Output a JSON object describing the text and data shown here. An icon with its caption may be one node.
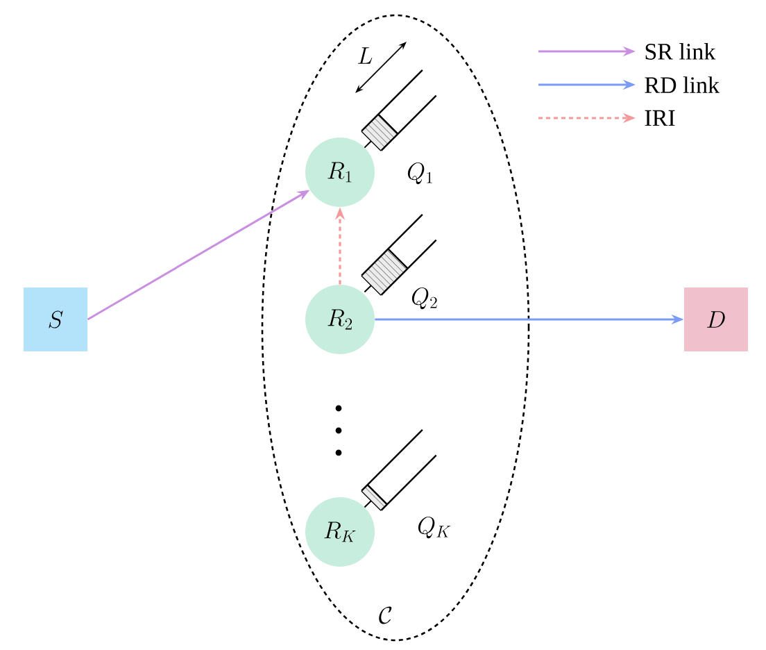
{
  "diagram": {
    "nodes": [
      {
        "text": [
          "\\mathcal{C}"
        ]
      },
      {
        "text": [
          "S"
        ]
      },
      {
        "text": [
          "R_1"
        ],
        "in": 0
      },
      {
        "text": [
          "R_2"
        ],
        "in": 0
      },
      {
        "text": [
          "R_K"
        ],
        "in": 0
      },
      {
        "text": [
          "D"
        ]
      }
    ],
    "edges": [
      {
        "from": 1,
        "to": 2,
        "arrow": "to",
        "color": "#c98fe0"
      },
      {
        "from": 3,
        "to": 5,
        "arrow": "to",
        "color": "#7b9cf5"
      },
      {
        "from": 3,
        "to": 2,
        "arrow": "to",
        "style": "dashed",
        "color": "#f59a9a"
      }
    ],
    "labels": [
      "L",
      "Q_1",
      "Q_2",
      "Q_K"
    ],
    "legend": [
      {
        "text": "SR link"
      },
      {
        "text": "RD link"
      },
      {
        "text": "IRI"
      }
    ]
  }
}
